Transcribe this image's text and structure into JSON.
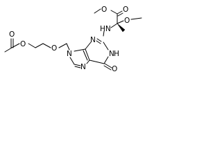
{
  "molecule": {
    "atoms": {
      "o_acetyl_carbonyl": "O",
      "o_acetyl_ester": "O",
      "o_ether": "O",
      "n9": "N",
      "n3": "N",
      "n7": "N",
      "n1": "N",
      "h_n1": "H",
      "o_c6": "O",
      "nh_amino": "HN",
      "o_methyl_ester": "O",
      "o_ester_carbonyl": "O",
      "o_methoxy": "O"
    }
  }
}
